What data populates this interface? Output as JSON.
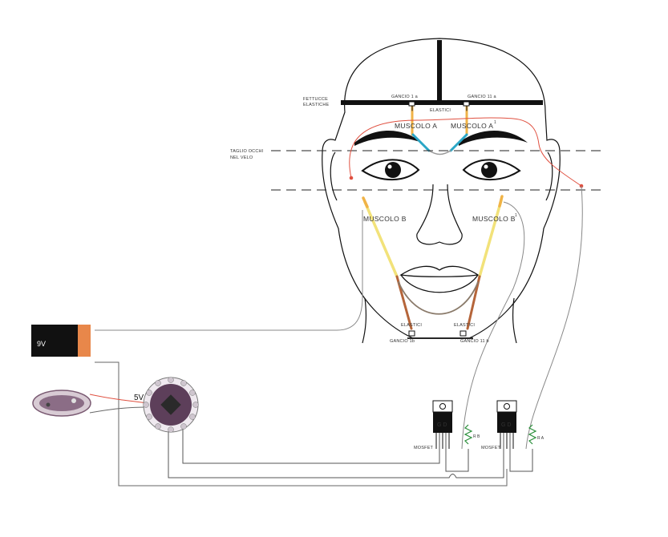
{
  "labels": {
    "fettucce_line1": "FETTUCCE",
    "fettucce_line2": "ELASTICHE",
    "taglio_line1": "TAGLIO OCCHI",
    "taglio_line2": "NEL VELO",
    "gancio_1a": "GANCIO 1 a",
    "gancio_2a": "GANCIO 11 a",
    "elastici_top": "ELASTICI",
    "muscolo_a": "MUSCOLO A",
    "muscolo_a1": "MUSCOLO A",
    "muscolo_a1_sup": "1",
    "muscolo_b": "MUSCOLO B",
    "muscolo_b1": "MUSCOLO B",
    "muscolo_b1_sup": "1",
    "elastici_left": "ELASTICI",
    "elastici_right": "ELASTICI",
    "gancio_1b": "GANCIO 1b",
    "gancio_2b": "GANCIO 11 b",
    "battery": "9V",
    "voltage_5v": "5V",
    "mosfet_1": "MOSFET",
    "mosfet_2": "MOSFET",
    "mosfet_chip_1": "G D",
    "mosfet_chip_2": "G D",
    "resistor_1": "R B",
    "resistor_2": "R A"
  },
  "colors": {
    "muscle_yellow": "#f2e27a",
    "muscle_orange": "#f0b347",
    "muscle_blue": "#2aa6c6",
    "wire_red": "#e05040",
    "wire_gray": "#999999",
    "battery_black": "#111111",
    "battery_orange": "#e8874a",
    "resistor_green": "#2a8f3a",
    "lower_muscle_brown": "#b5653a",
    "mouth_loop": "#8a7a6a"
  },
  "icons": {
    "board": "lilypad-arduino-board-icon",
    "sensor": "pulse-sensor-icon",
    "mosfet": "mosfet-transistor-icon",
    "resistor": "resistor-icon",
    "battery": "battery-icon"
  }
}
